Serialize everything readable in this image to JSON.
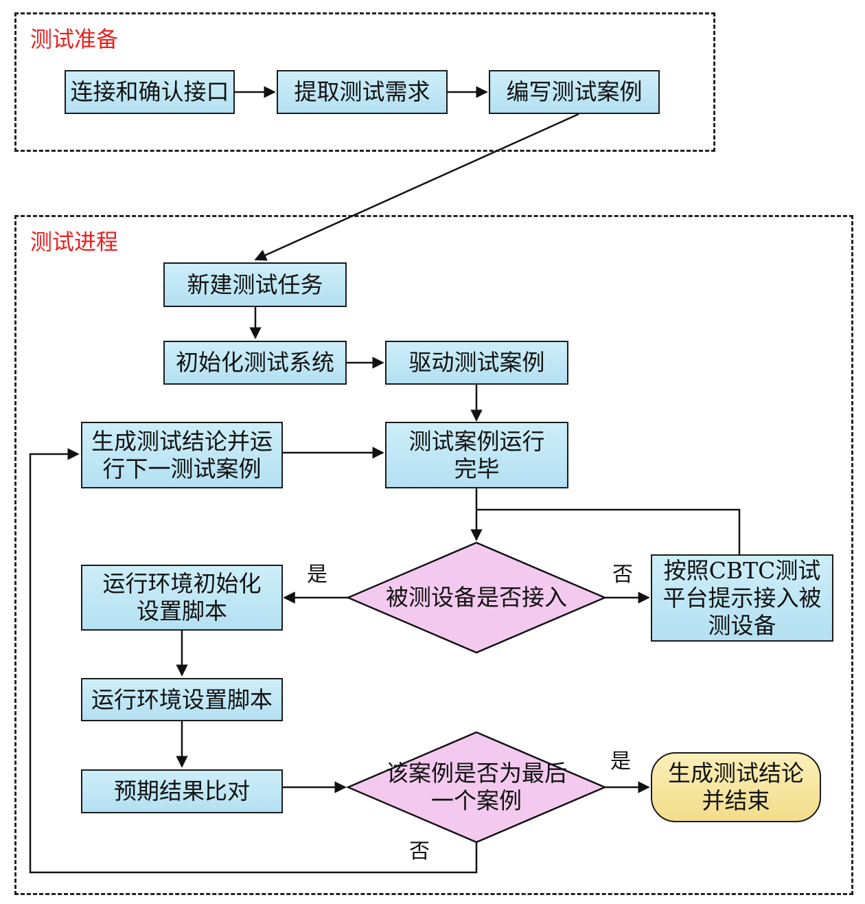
{
  "sections": {
    "prep": {
      "title": "测试准备"
    },
    "process": {
      "title": "测试进程"
    }
  },
  "nodes": {
    "confirm_interface": "连接和确认接口",
    "extract_requirements": "提取测试需求",
    "write_cases": "编写测试案例",
    "new_task": "新建测试任务",
    "init_system": "初始化测试系统",
    "drive_case": "驱动测试案例",
    "generate_next": "生成测试结论并运行下一测试案例",
    "case_done": "测试案例运行完毕",
    "device_connected": "被测设备是否接入",
    "prompt_connect": "按照CBTC测试平台提示接入被测设备",
    "env_init_script": "运行环境初始化设置脚本",
    "env_setup_script": "运行环境设置脚本",
    "compare_expected": "预期结果比对",
    "last_case": "该案例是否为最后一个案例",
    "end": "生成测试结论并结束"
  },
  "edge_labels": {
    "device_yes": "是",
    "device_no": "否",
    "last_yes": "是",
    "last_no": "否"
  },
  "colors": {
    "section_title": "#e8201d",
    "process_fill": "#c2e8f6",
    "decision_fill": "#f3c9ef",
    "terminal_fill": "#f6e4a0"
  }
}
